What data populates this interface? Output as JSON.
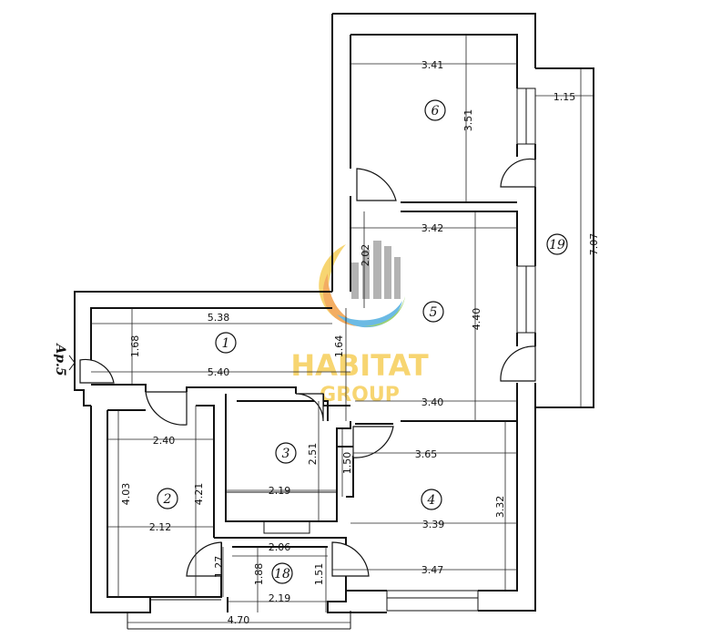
{
  "apartment_label": "Ap.5",
  "watermark": {
    "brand": "HABITAT",
    "sub": "GROUP",
    "colors": {
      "gold": "#f5c842",
      "orange": "#f0922e",
      "blue": "#3aa4dc",
      "green": "#7cc242",
      "gray": "#8a8a8a"
    }
  },
  "rooms": [
    {
      "number": "1"
    },
    {
      "number": "2"
    },
    {
      "number": "3"
    },
    {
      "number": "4"
    },
    {
      "number": "5"
    },
    {
      "number": "6"
    },
    {
      "number": "18"
    },
    {
      "number": "19"
    }
  ],
  "dimensions": {
    "r6_width": "3.41",
    "r6_height": "3.51",
    "balcony_width": "1.15",
    "balcony_height": "7.07",
    "r5_width_top": "3.42",
    "r5_height_left": "2.02",
    "r5_height": "4.40",
    "r5_width_bottom": "3.40",
    "r1_width_top": "5.38",
    "r1_height_left": "1.68",
    "r1_width_bottom": "5.40",
    "r1_height_right": "1.64",
    "r2_width_top": "2.40",
    "r2_height_left": "4.03",
    "r2_height_right": "4.21",
    "r2_width_bottom": "2.12",
    "r3_height": "2.51",
    "r3_width": "2.19",
    "r4_width_top": "3.65",
    "r4_height_left": "1.50",
    "r4_width_mid": "3.39",
    "r4_height": "3.32",
    "r4_width_bottom": "3.47",
    "r18_width_top": "2.06",
    "r18_height_a": "1.27",
    "r18_height_b": "1.88",
    "r18_height_c": "1.51",
    "r18_width_bottom": "2.19",
    "total_width": "4.70"
  }
}
